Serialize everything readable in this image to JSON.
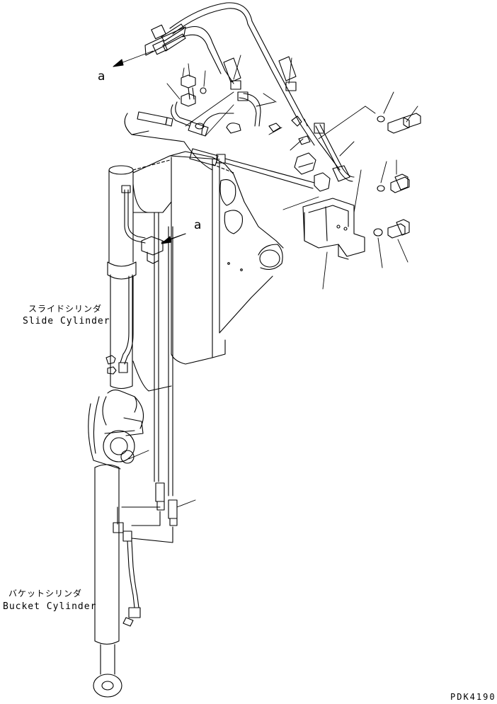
{
  "labels": {
    "slide_cylinder_jp": "スライドシリンダ",
    "slide_cylinder_en": "Slide Cylinder",
    "bucket_cylinder_jp": "バケットシリンダ",
    "bucket_cylinder_en": "Bucket Cylinder",
    "ref_a_top": "a",
    "ref_a_mid": "a",
    "drawing_code": "PDK4190"
  }
}
